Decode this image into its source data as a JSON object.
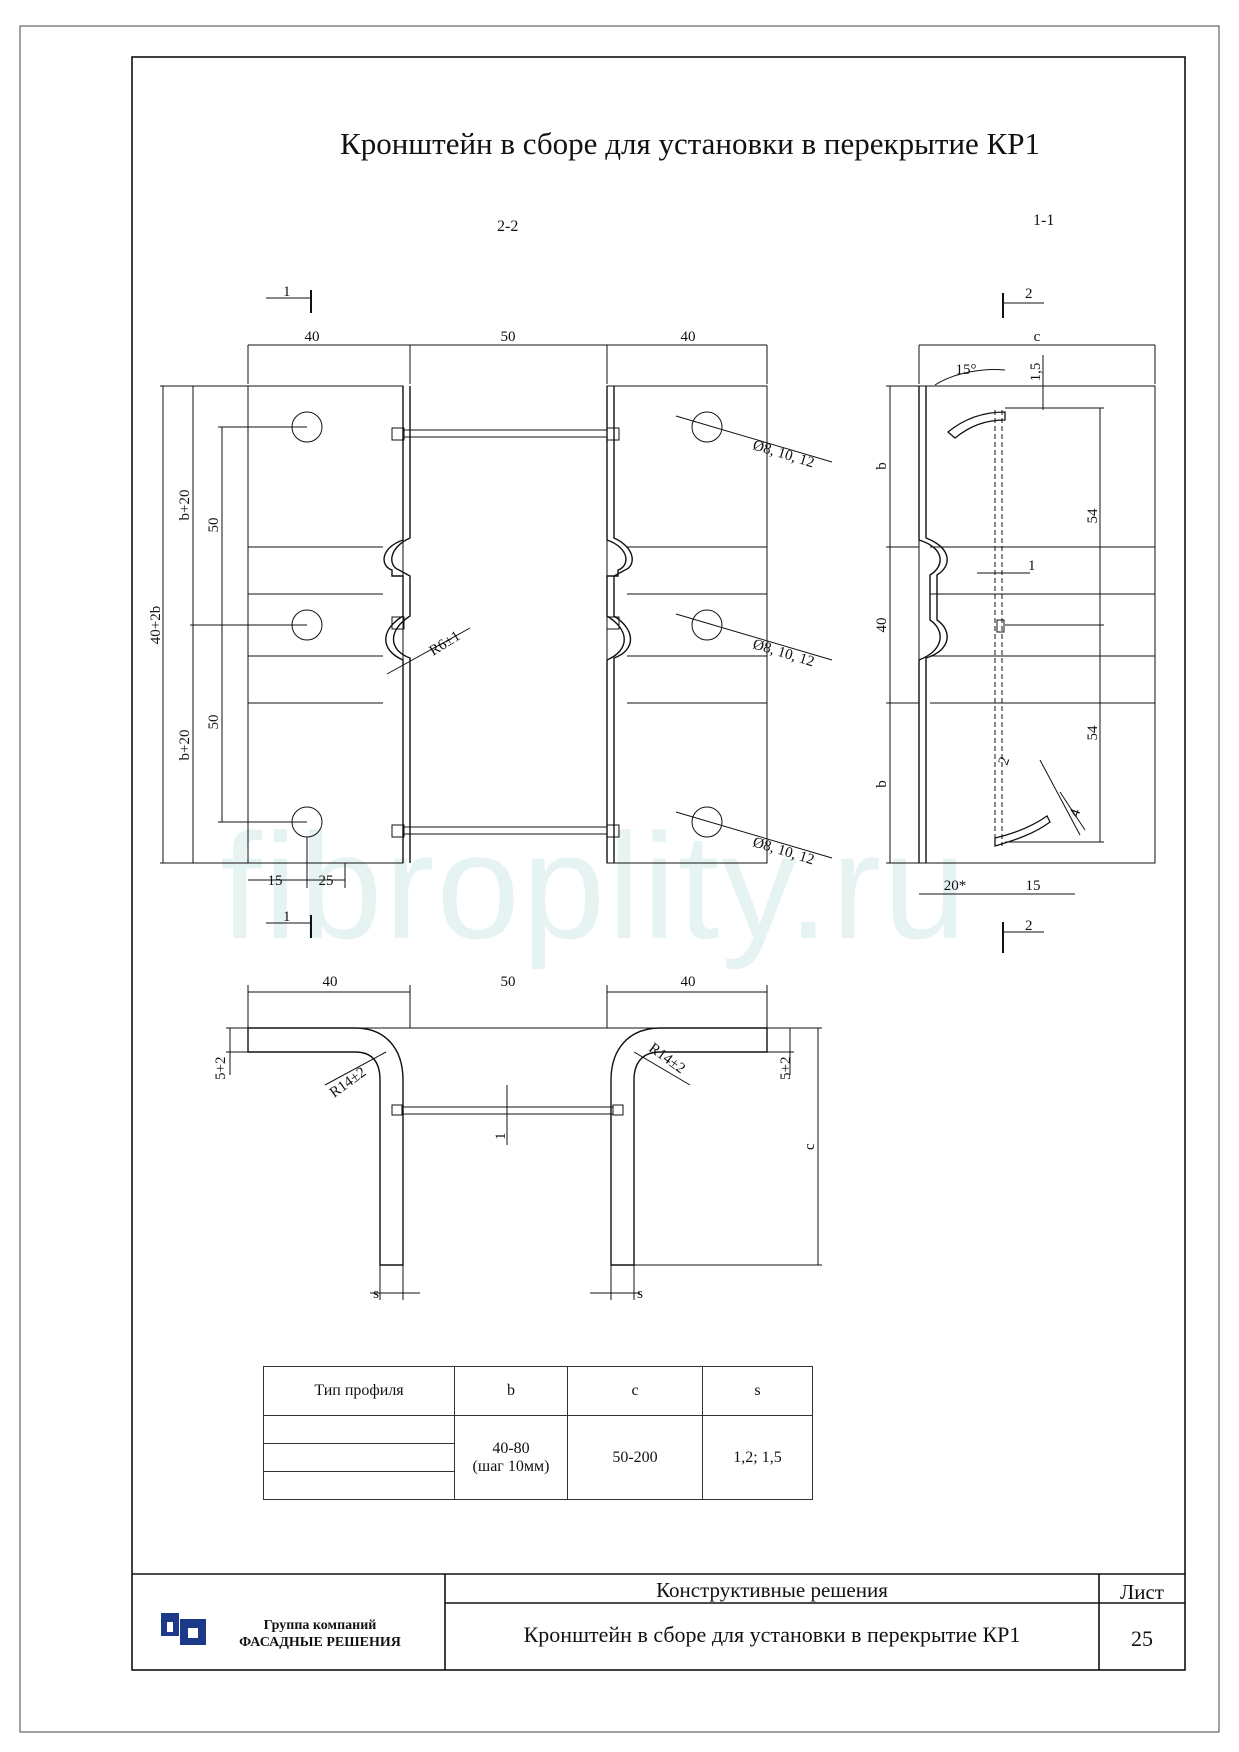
{
  "title": "Кронштейн в сборе для установки в перекрытие КР1",
  "section_labels": {
    "s22": "2-2",
    "s11": "1-1"
  },
  "cut_marks": {
    "one": "1",
    "two": "2"
  },
  "dims": {
    "d40": "40",
    "d50": "50",
    "d40b": "40+2b",
    "bplus20": "b+20",
    "hole": "Ø8, 10, 12",
    "r6": "R6±1",
    "d15": "15",
    "d25": "25",
    "c": "c",
    "b": "b",
    "d54": "54",
    "d1": "1",
    "ang15": "15°",
    "d1_5": "1,5",
    "d20": "20*",
    "d2": "2",
    "d4": "4",
    "r14": "R14±2",
    "d5": "5+2",
    "s": "s"
  },
  "table": {
    "headers": [
      "Тип профиля",
      "b",
      "c",
      "s"
    ],
    "row": {
      "b1": "40-80",
      "b2": "(шаг 10мм)",
      "c": "50-200",
      "s": "1,2; 1,5"
    }
  },
  "title_block": {
    "company_line1": "Группа компаний",
    "company_line2": "ФАСАДНЫЕ РЕШЕНИЯ",
    "section": "Конструктивные решения",
    "sheet_label": "Лист",
    "drawing_name": "Кронштейн в сборе для установки в перекрытие КР1",
    "sheet_number": "25"
  },
  "watermark": "fibroplity.ru",
  "colors": {
    "line": "#111111",
    "logo_blue": "#1d3a8a",
    "watermark": "#e6f3f3"
  }
}
